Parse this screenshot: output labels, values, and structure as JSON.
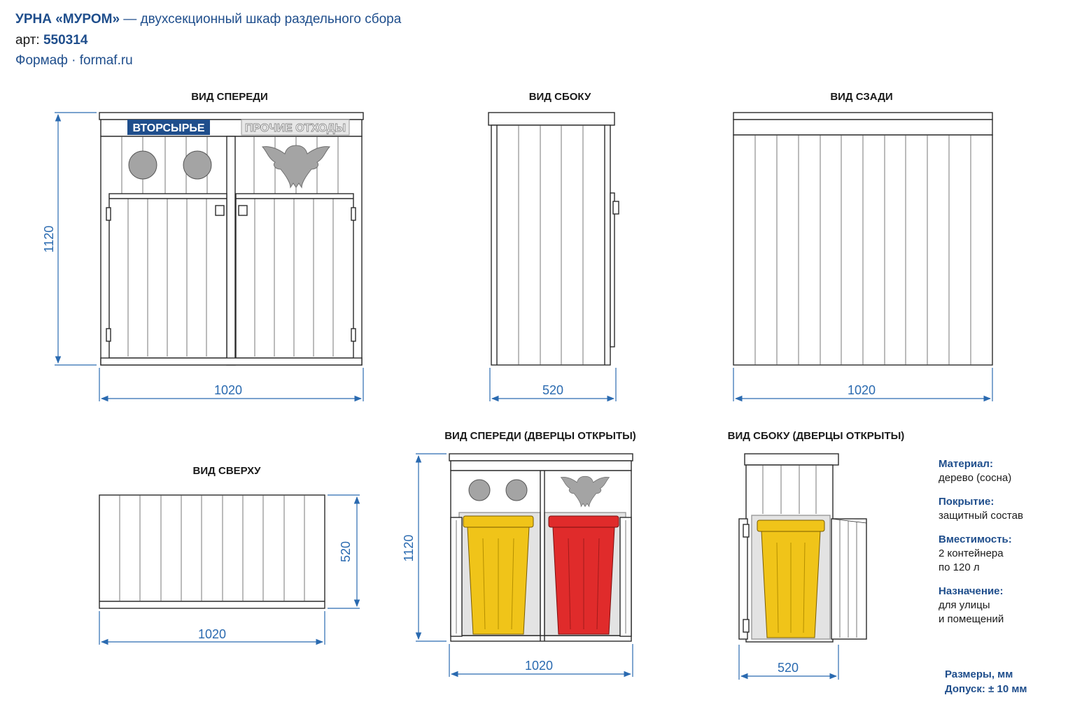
{
  "header": {
    "title": "УРНА «МУРОМ»",
    "subtitle": " — двухсекционный шкаф раздельного сбора",
    "art_label": "арт: ",
    "art_number": "550314",
    "maker": "Формаф · formaf.ru"
  },
  "views": {
    "front": "ВИД СПЕРЕДИ",
    "side": "ВИД СБОКУ",
    "back": "ВИД СЗАДИ",
    "top": "ВИД СВЕРХУ",
    "front_open": "ВИД СПЕРЕДИ (ДВЕРЦЫ ОТКРЫТЫ)",
    "side_open": "ВИД СБОКУ (ДВЕРЦЫ ОТКРЫТЫ)"
  },
  "signs": {
    "recycle": "ВТОРСЫРЬЕ",
    "other": "ПРОЧИЕ ОТХОДЫ"
  },
  "dims": {
    "front_w": "1020",
    "front_h": "1120",
    "side_w": "520",
    "back_w": "1020",
    "top_w": "1020",
    "top_d": "520",
    "front_open_w": "1020",
    "front_open_h": "1120",
    "side_open_w": "520"
  },
  "specs": [
    {
      "label": "Материал:",
      "value": "дерево (сосна)"
    },
    {
      "label": "Покрытие:",
      "value": "защитный состав"
    },
    {
      "label": "Вместимость:",
      "value": "2 контейнера\nпо 120 л"
    },
    {
      "label": "Назначение:",
      "value": "для улицы\nи помещений"
    }
  ],
  "footer": {
    "units": "Размеры, мм",
    "tolerance": "Допуск: ± 10 мм"
  },
  "colors": {
    "accent": "#1f4e8c",
    "dimension": "#2a6ab0",
    "bin_yellow": "#f0c419",
    "bin_red": "#e02b2b",
    "cutout": "#a4a4a4"
  }
}
